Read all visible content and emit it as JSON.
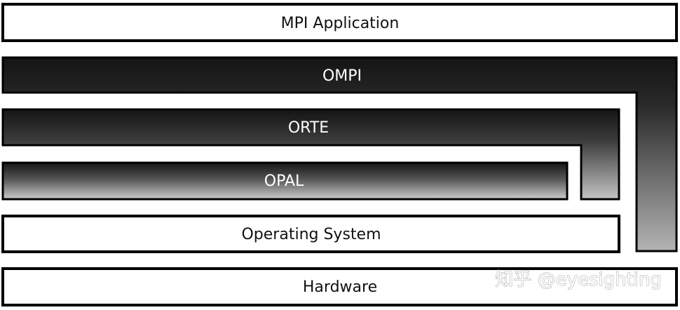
{
  "diagram": {
    "layers": {
      "application": "MPI Application",
      "ompi": "OMPI",
      "orte": "ORTE",
      "opal": "OPAL",
      "os": "Operating System",
      "hardware": "Hardware"
    },
    "watermark": "知乎 @eyesighting"
  }
}
